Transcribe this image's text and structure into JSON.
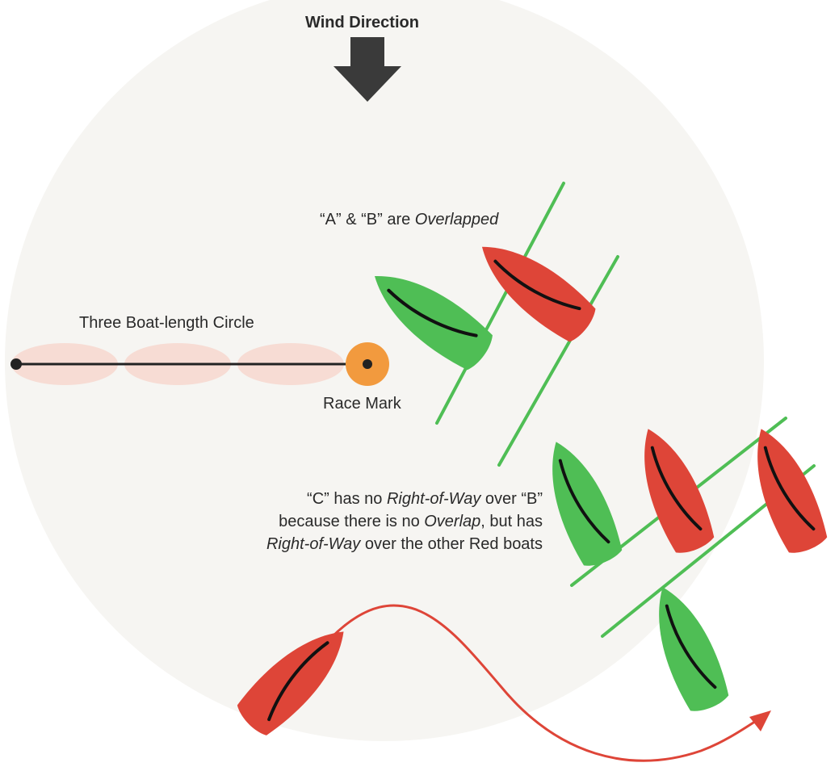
{
  "title": "Wind Direction",
  "labels": {
    "overlap": {
      "p1": "“A” & “B” are ",
      "em1": "Overlapped"
    },
    "circle": "Three Boat-length Circle",
    "mark": "Race Mark",
    "explanation": {
      "l1a": "“C” has no ",
      "l1em": "Right-of-Way",
      "l1b": " over “B”",
      "l2a": "because there is no ",
      "l2em": "Overlap",
      "l2b": ", but has",
      "l3em": "Right-of-Way",
      "l3b": " over the other Red boats"
    }
  },
  "colors": {
    "circle_bg": "#f6f5f2",
    "boat_green": "#4fbe55",
    "boat_red": "#de4538",
    "overlap_line": "#4fbe55",
    "mark": "#f29a3e",
    "arrow": "#3a3a3a",
    "course": "#de4538",
    "ghost_boat": "#f7dcd4"
  },
  "icons": {
    "wind": "down-arrow-icon",
    "mark": "buoy-icon"
  }
}
